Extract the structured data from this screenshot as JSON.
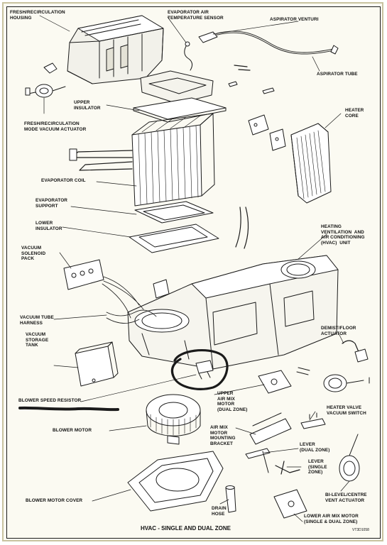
{
  "caption": "HVAC - SINGLE AND DUAL ZONE",
  "figure_code": "VT3D1058",
  "labels": {
    "fresh_recirc_housing": "FRESH/RECIRCULATION\nHOUSING",
    "evap_air_temp_sensor": "EVAPORATOR AIR\nTEMPERATURE SENSOR",
    "aspirator_venturi": "ASPIRATOR VENTURI",
    "aspirator_tube": "ASPIRATOR TUBE",
    "fresh_recirc_actuator": "FRESH/RECIRCULATION\nMODE VACUUM ACTUATOR",
    "upper_insulator": "UPPER\nINSULATOR",
    "heater_core": "HEATER\nCORE",
    "evaporator_coil": "EVAPORATOR COIL",
    "evaporator_support": "EVAPORATOR\nSUPPORT",
    "lower_insulator": "LOWER\nINSULATOR",
    "hvac_unit": "HEATING\nVENTILATION  AND\nAIR CONDITIONING\n(HVAC)  UNIT",
    "vacuum_solenoid_pack": "VACUUM\nSOLENOID\nPACK",
    "vacuum_tube_harness": "VACUUM TUBE\nHARNESS",
    "vacuum_storage_tank": "VACUUM\nSTORAGE\nTANK",
    "demist_floor_actuator": "DEMIST/FLOOR\nACTUATOR",
    "blower_speed_resistor": "BLOWER SPEED RESISTOR",
    "upper_air_mix_motor": "UPPER\nAIR MIX\nMOTOR\n(DUAL ZONE)",
    "heater_valve_vacuum_switch": "HEATER VALVE\nVACUUM SWITCH",
    "blower_motor": "BLOWER MOTOR",
    "air_mix_motor_bracket": "AIR MIX\nMOTOR\nMOUNTING\nBRACKET",
    "lever_dual_zone": "LEVER\n(DUAL ZONE)",
    "lever_single_zone": "LEVER\n(SINGLE\nZONE)",
    "blower_motor_cover": "BLOWER MOTOR COVER",
    "bilevel_centre_vent_actuator": "BI-LEVEL/CENTRE\nVENT ACTUATOR",
    "drain_hose": "DRAIN\nHOSE",
    "lower_air_mix_motor": "LOWER AIR MIX MOTOR\n(SINGLE & DUAL ZONE)"
  },
  "colors": {
    "ink": "#1a1a1a",
    "paper": "#fbfaf2",
    "frame": "#c9c3a0"
  }
}
